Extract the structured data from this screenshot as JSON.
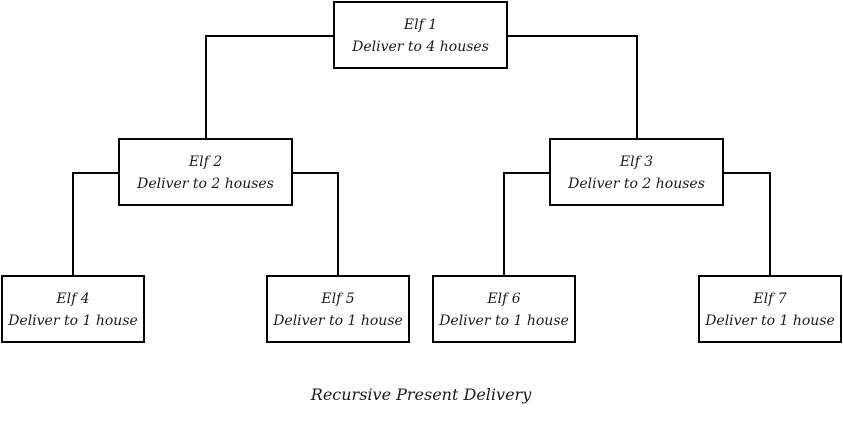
{
  "diagram": {
    "caption": "Recursive Present Delivery",
    "nodes": [
      {
        "id": "elf-1",
        "name": "Elf 1",
        "task": "Deliver to 4 houses"
      },
      {
        "id": "elf-2",
        "name": "Elf 2",
        "task": "Deliver to 2 houses"
      },
      {
        "id": "elf-3",
        "name": "Elf 3",
        "task": "Deliver to 2 houses"
      },
      {
        "id": "elf-4",
        "name": "Elf 4",
        "task": "Deliver to 1 house"
      },
      {
        "id": "elf-5",
        "name": "Elf 5",
        "task": "Deliver to 1 house"
      },
      {
        "id": "elf-6",
        "name": "Elf 6",
        "task": "Deliver to 1 house"
      },
      {
        "id": "elf-7",
        "name": "Elf 7",
        "task": "Deliver to 1 house"
      }
    ],
    "edges": [
      {
        "from": "elf-1",
        "to": "elf-2"
      },
      {
        "from": "elf-1",
        "to": "elf-3"
      },
      {
        "from": "elf-2",
        "to": "elf-4"
      },
      {
        "from": "elf-2",
        "to": "elf-5"
      },
      {
        "from": "elf-3",
        "to": "elf-6"
      },
      {
        "from": "elf-3",
        "to": "elf-7"
      }
    ]
  }
}
